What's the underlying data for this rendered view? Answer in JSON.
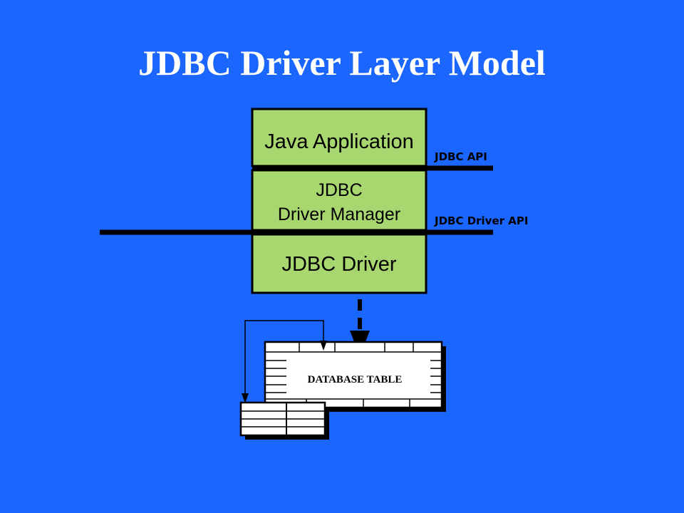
{
  "title": "JDBC Driver Layer Model",
  "layers": [
    {
      "lines": [
        "Java Application"
      ]
    },
    {
      "lines": [
        "JDBC",
        "Driver Manager"
      ]
    },
    {
      "lines": [
        "JDBC Driver"
      ]
    }
  ],
  "interfaces": {
    "jdbc_api": "JDBC API",
    "driver_api": "JDBC Driver API"
  },
  "database_table_label": "DATABASE TABLE",
  "colors": {
    "background": "#1a66ff",
    "layer_fill": "#a8d66f",
    "stroke": "#000000",
    "table_fill": "#ffffff"
  }
}
